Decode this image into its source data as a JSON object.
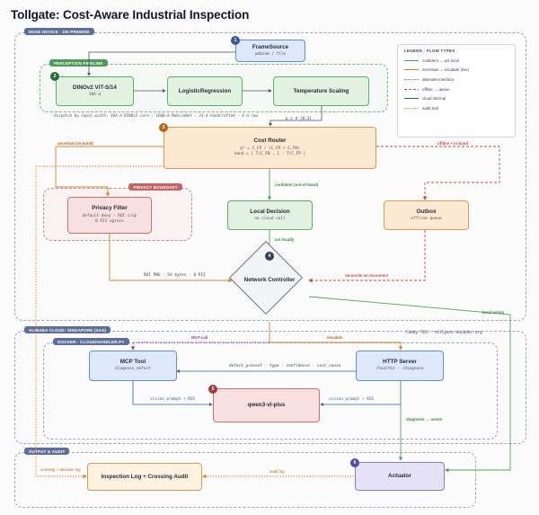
{
  "title": "Tollgate: Cost-Aware Industrial Inspection",
  "regions": {
    "edge": "EDGE DEVICE · ON-PREMISE",
    "perception": "PERCEPTION PIPELINE",
    "privacy": "PRIVACY BOUNDARY",
    "cloud": "ALIBABA CLOUD: SINGAPORE (SAS)",
    "docker": "DOCKER · CLOUD/HANDLER.PY",
    "output": "OUTPUT & AUDIT"
  },
  "nodes": {
    "frame_source": {
      "badge": "1",
      "title": "FrameSource",
      "sub": "webcam / file"
    },
    "dinov2": {
      "badge": "2",
      "title": "DINOv2 ViT-S/14",
      "sub": "384-d"
    },
    "logreg": {
      "title": "LogisticRegression"
    },
    "temp_scaling": {
      "title": "Temperature Scaling"
    },
    "cost_router": {
      "badge": "3",
      "title": "Cost Router",
      "line1": "p* = C_FP / (C_FP + C_FN)",
      "line2": "band = [ T/C_FN , 1 - T/C_FP ]"
    },
    "privacy_filter": {
      "title": "Privacy Filter",
      "sub1": "default-deny · ROI crop",
      "sub2": "0 PII egress"
    },
    "local_decision": {
      "title": "Local Decision",
      "sub": "no cloud call"
    },
    "outbox": {
      "title": "Outbox",
      "sub": "offline queue"
    },
    "network_controller": {
      "badge": "4",
      "title": "Network Controller"
    },
    "mcp_tool": {
      "title": "MCP Tool",
      "sub": "diagnose_defect"
    },
    "http_server": {
      "title": "HTTP Server",
      "sub": "/healthz · /diagnose"
    },
    "qwen": {
      "badge": "5",
      "title": "qwen3-vl-plus"
    },
    "inspection_log": {
      "title": "Inspection Log + Crossing Audit"
    },
    "actuator": {
      "badge": "6",
      "title": "Actuator"
    }
  },
  "labels": {
    "dispatch": "dispatch by input width: 384-d DINOv2 core · 1600-d MobileNet · 23-d handcrafted · 4-d raw",
    "p_c": "p_c ∈ [0,1]",
    "uncertain_inband": "uncertain (in-band)",
    "offline_inband": "offline + in-band",
    "confident_oob": "confident (out-of-band)",
    "act_locally": "act locally",
    "roi_png": "ROI PNG · 54 bytes · 0 PII",
    "reconcile": "reconcile on reconnect",
    "local_action": "local action",
    "mcp_call": "MCP call",
    "escalate": "escalate",
    "caddy": "Caddy TLS · tollgate.duckdns.org",
    "schema": "defect_present · type · confidence · cost_cause",
    "vision_left": "vision prompt + ROI",
    "vision_right": "vision prompt + ROI",
    "diagnosis": "diagnosis → action",
    "audit_log": "audit log",
    "crossing_log": "crossing + decision log"
  },
  "legend": {
    "title": "LEGEND · FLOW TYPES",
    "items": [
      {
        "label": "confident → act local",
        "color": "#4fa35a",
        "style": "solid"
      },
      {
        "label": "uncertain → escalate (live)",
        "color": "#d9822b",
        "style": "solid"
      },
      {
        "label": "alternate interface",
        "color": "#8e44ad",
        "style": "dotted"
      },
      {
        "label": "offline → queue",
        "color": "#cc4444",
        "style": "dashed"
      },
      {
        "label": "cloud internal",
        "color": "#3b5998",
        "style": "solid"
      },
      {
        "label": "audit trail",
        "color": "#d9822b",
        "style": "dotted"
      }
    ]
  },
  "colors": {
    "green": "#4fa35a",
    "orange": "#d9822b",
    "red": "#cc4444",
    "blue": "#3b5998",
    "gray": "#4b5563"
  }
}
